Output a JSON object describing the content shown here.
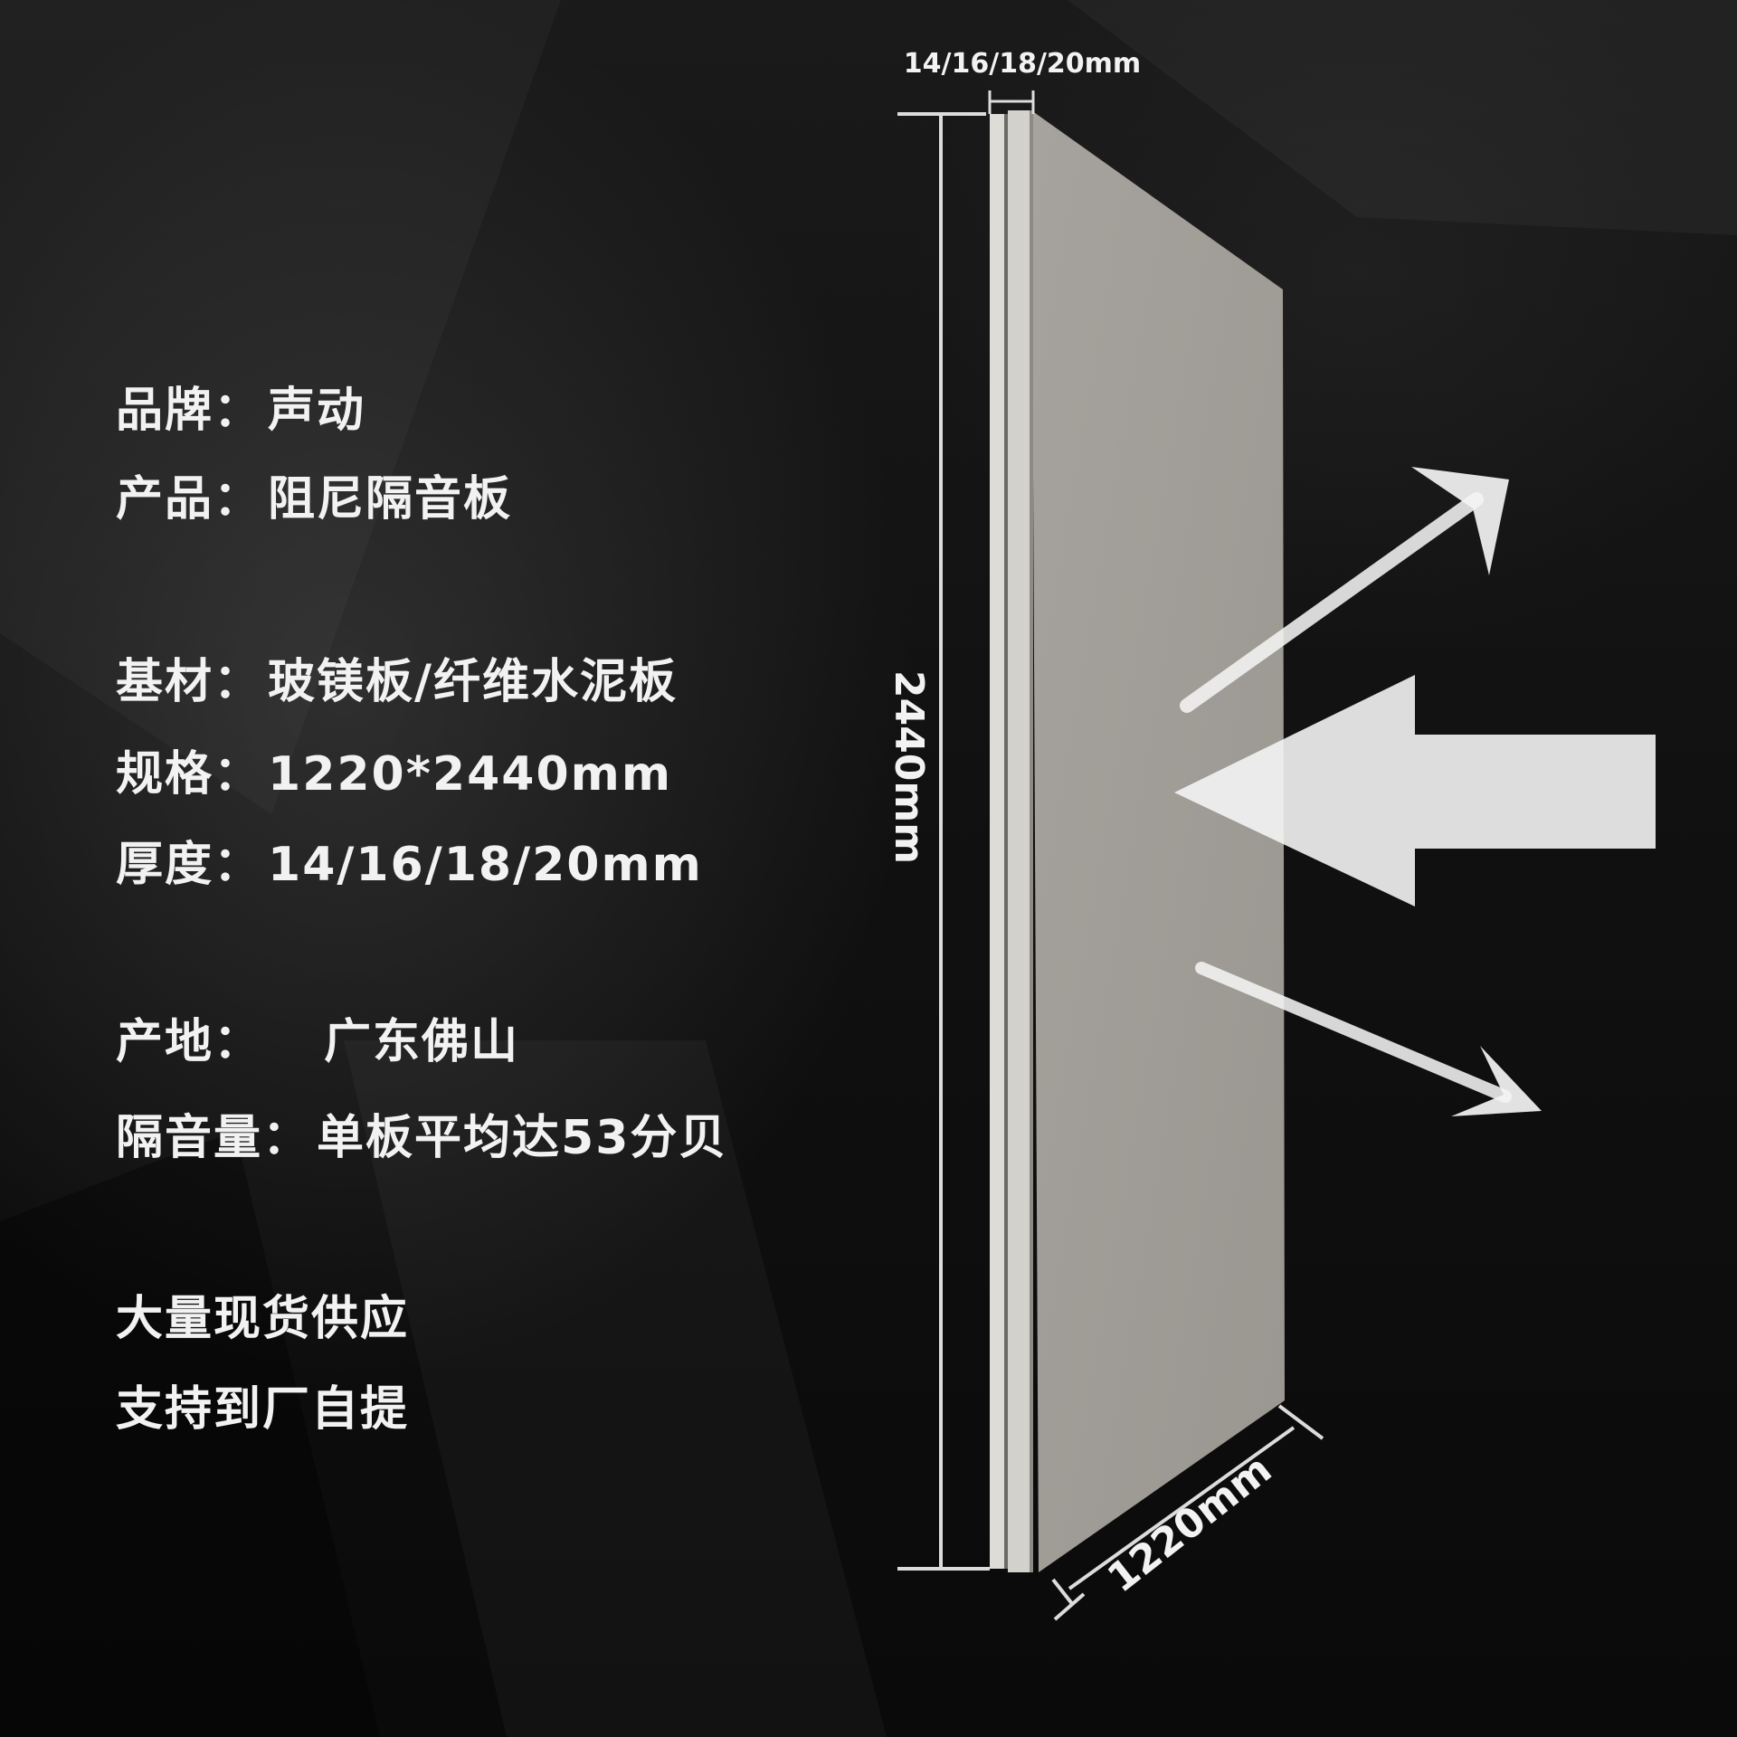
{
  "specs": {
    "brand_label": "品牌：",
    "brand_value": "声动",
    "product_label": "产品：",
    "product_value": "阻尼隔音板",
    "base_label": "基材：",
    "base_value": "玻镁板/纤维水泥板",
    "size_label": "规格：",
    "size_value": "1220*2440mm",
    "thickness_label": "厚度：",
    "thickness_value": "14/16/18/20mm",
    "origin_label": "产地：",
    "origin_value": "广东佛山",
    "isolation_label": "隔音量：",
    "isolation_value": "单板平均达53分贝"
  },
  "notes": {
    "stock": "大量现货供应",
    "pickup": "支持到厂自提"
  },
  "dimensions": {
    "thickness": "14/16/18/20mm",
    "height": "2440mm",
    "width": "1220mm"
  },
  "colors": {
    "panel_face": "#a19d98",
    "panel_edge": "#dcdbd6",
    "text": "#f2f2f2",
    "arrow": "#f4f4f4"
  }
}
